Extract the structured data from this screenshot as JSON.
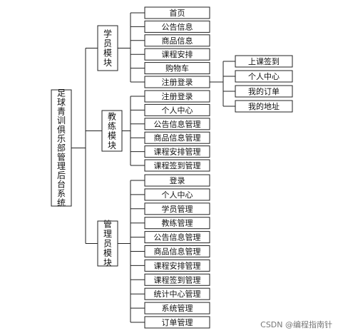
{
  "root": {
    "label": "足球青训俱乐部管理后台系统"
  },
  "modules": [
    {
      "label": "学员模块",
      "items": [
        "首页",
        "公告信息",
        "商品信息",
        "课程安排",
        "购物车",
        "注册登录"
      ],
      "sub": {
        "parent_index": 5,
        "items": [
          "上课签到",
          "个人中心",
          "我的订单",
          "我的地址"
        ]
      }
    },
    {
      "label": "教练模块",
      "items": [
        "注册登录",
        "个人中心",
        "公告信息管理",
        "商品信息管理",
        "课程安排管理",
        "课程签到管理"
      ]
    },
    {
      "label": "管理员模块",
      "items": [
        "登录",
        "个人中心",
        "学员管理",
        "教练管理",
        "公告信息管理",
        "商品信息管理",
        "课程安排管理",
        "课程签到管理",
        "统计中心管理",
        "系统管理",
        "订单管理"
      ]
    }
  ],
  "watermark": "CSDN @编程指南针"
}
